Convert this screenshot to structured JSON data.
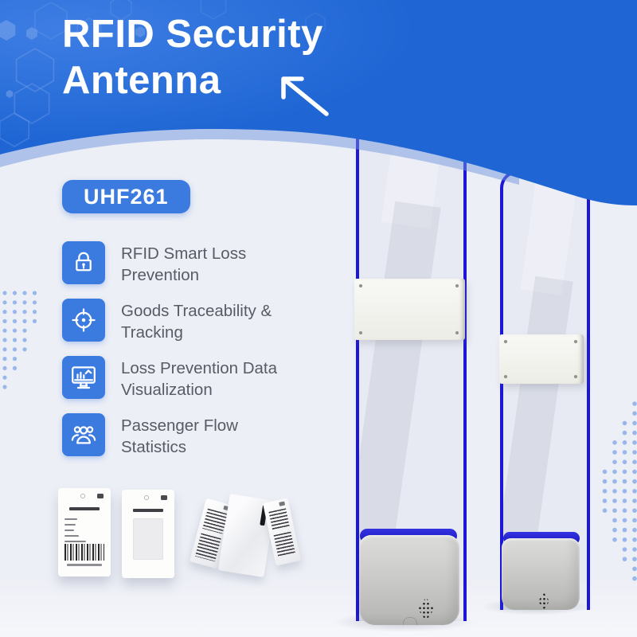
{
  "header": {
    "title_line1": "RFID Security",
    "title_line2": "Antenna",
    "decorations": [
      "hexagon-pattern",
      "arrow-up-left",
      "dot-pattern"
    ]
  },
  "model_badge": {
    "label": "UHF261"
  },
  "features": [
    {
      "icon": "lock-icon",
      "line1": "RFID Smart Loss",
      "line2": "Prevention"
    },
    {
      "icon": "target-icon",
      "line1": "Goods Traceability &",
      "line2": "Tracking"
    },
    {
      "icon": "monitor-chart-icon",
      "line1": "Loss Prevention Data",
      "line2": "Visualization"
    },
    {
      "icon": "people-icon",
      "line1": "Passenger Flow",
      "line2": "Statistics"
    }
  ],
  "graphics": {
    "gates": [
      "large-security-gate",
      "small-security-gate"
    ],
    "tags": [
      "hang-tag-with-barcode",
      "hang-tag-plain",
      "rfid-sticker-strips"
    ]
  },
  "colors": {
    "header_blue": "#1f66d4",
    "accent_blue": "#3b7adf",
    "frame_blue": "#1c16d6",
    "background": "#edeff6",
    "text_dark": "#565b65",
    "dot_blue": "#8fb0ea"
  }
}
